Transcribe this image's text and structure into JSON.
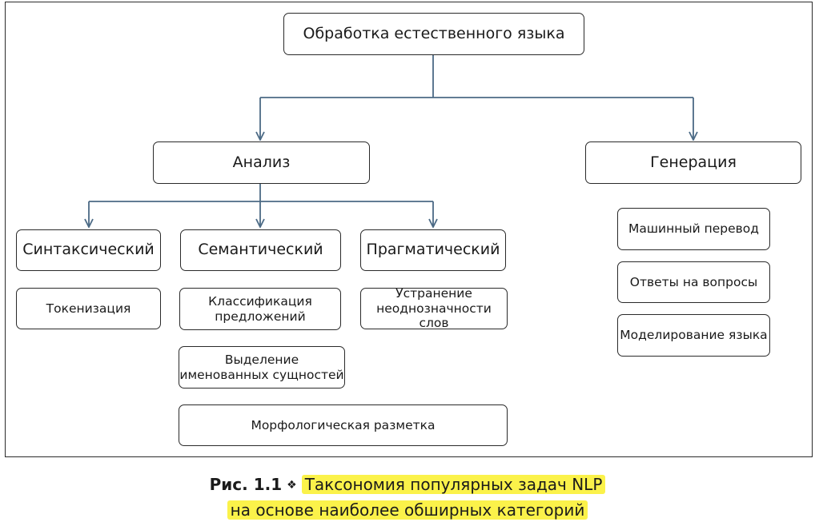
{
  "root": "Обработка естественного языка",
  "branches": {
    "analysis": "Анализ",
    "generation": "Генерация"
  },
  "analysis_categories": {
    "syntactic": "Синтаксический",
    "semantic": "Семантический",
    "pragmatic": "Прагматический"
  },
  "syntactic_tasks": [
    "Токенизация"
  ],
  "semantic_tasks": [
    "Классификация предложений",
    "Выделение именованных сущностей",
    "Морфологическая разметка"
  ],
  "pragmatic_tasks": [
    "Устранение неоднозначности слов"
  ],
  "generation_tasks": [
    "Машинный перевод",
    "Ответы на вопросы",
    "Моделирование языка"
  ],
  "caption": {
    "figure_label": "Рис. 1.1",
    "separator": "❖",
    "line1": "Таксономия популярных задач NLP",
    "line2": "на основе наиболее обширных категорий"
  },
  "colors": {
    "connector": "#4b6a85",
    "border": "#2a2a2a",
    "highlight": "#fbf24a"
  }
}
